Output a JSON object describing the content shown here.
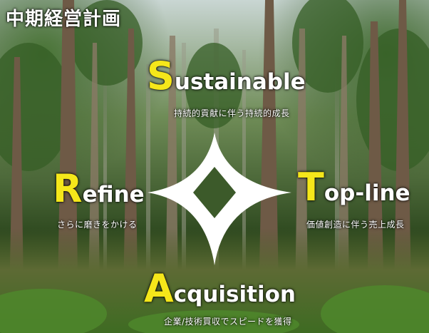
{
  "page": {
    "title": "中期経営計画"
  },
  "pillars": {
    "top": {
      "initial": "S",
      "rest": "ustainable",
      "subtitle": "持続的貢献に伴う持続的成長"
    },
    "left": {
      "initial": "R",
      "rest": "efine",
      "subtitle": "さらに磨きをかける"
    },
    "right": {
      "initial": "T",
      "rest": "op-line",
      "subtitle": "価値創造に伴う売上成長"
    },
    "bottom": {
      "initial": "A",
      "rest": "cquisition",
      "subtitle": "企業/技術買収でスピードを獲得"
    }
  },
  "icons": {
    "center": "four-point-star-icon"
  },
  "colors": {
    "initial": "#f5e71a",
    "text": "#ffffff",
    "star": "#ffffff"
  }
}
